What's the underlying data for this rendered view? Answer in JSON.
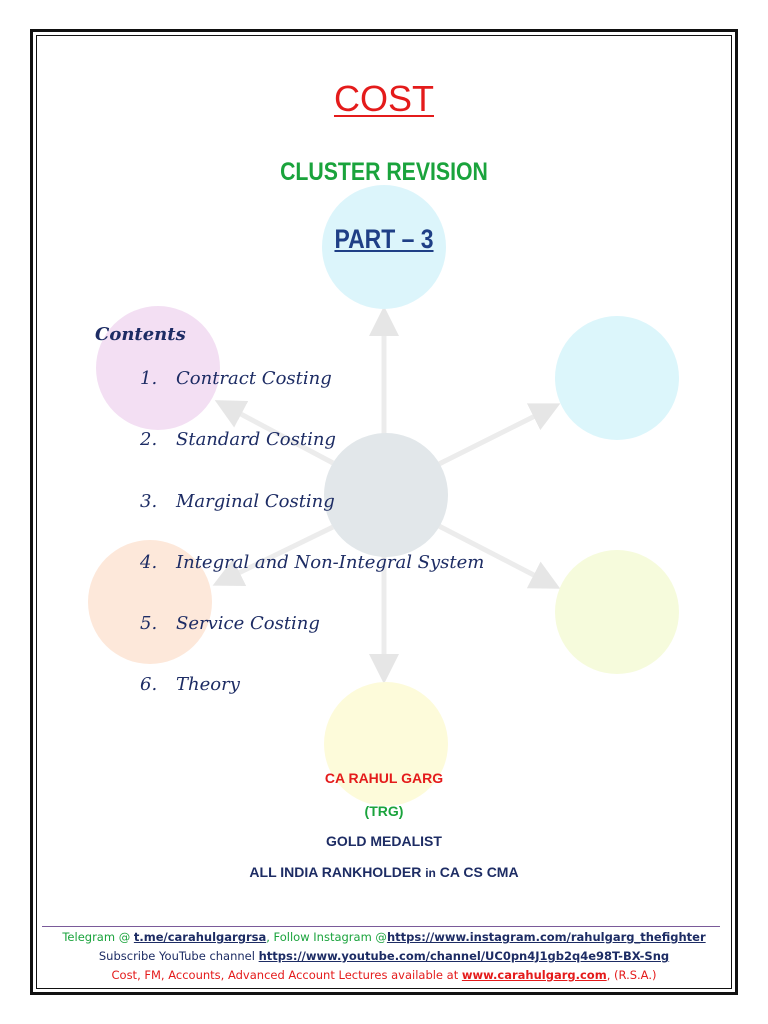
{
  "header": {
    "title": "COST",
    "subtitle": "CLUSTER REVISION",
    "part": "PART – 3"
  },
  "contents": {
    "heading": "Contents",
    "items": [
      {
        "num": "1.",
        "label": "Contract Costing"
      },
      {
        "num": "2.",
        "label": "Standard Costing"
      },
      {
        "num": "3.",
        "label": "Marginal Costing"
      },
      {
        "num": "4.",
        "label": "Integral and Non-Integral System"
      },
      {
        "num": "5.",
        "label": "Service Costing"
      },
      {
        "num": "6.",
        "label": "Theory"
      }
    ]
  },
  "author": {
    "name": "CA RAHUL GARG",
    "alias": "(TRG)",
    "title": "GOLD MEDALIST",
    "rank_prefix": "ALL INDIA RANKHOLDER ",
    "rank_in": "in",
    "rank_suffix": " CA CS CMA"
  },
  "footer": {
    "telegram_prefix": "Telegram @ ",
    "telegram_link": "t.me/carahulgargrsa",
    "instagram_prefix": ", Follow Instagram @",
    "instagram_link": "https://www.instagram.com/rahulgarg_thefighter",
    "youtube_prefix": "Subscribe YouTube channel ",
    "youtube_link": "https://www.youtube.com/channel/UC0pn4J1gb2q4e98T-BX-Sng",
    "lectures_prefix": "Cost, FM, Accounts, Advanced Account Lectures available at ",
    "website_link": "www.carahulgarg.com",
    "lectures_suffix": ", (R.S.A.)"
  },
  "colors": {
    "title_red": "#e41b1b",
    "green": "#1aa33c",
    "navy": "#1d2c64",
    "circle_center": "#e2e7ea",
    "circle_top": "#dcf5fb",
    "circle_top_right": "#dcf6fb",
    "circle_top_left": "#f3dff3",
    "circle_bottom_left": "#fde8da",
    "circle_bottom_right": "#f6fbdc",
    "circle_bottom": "#fdfbda"
  }
}
